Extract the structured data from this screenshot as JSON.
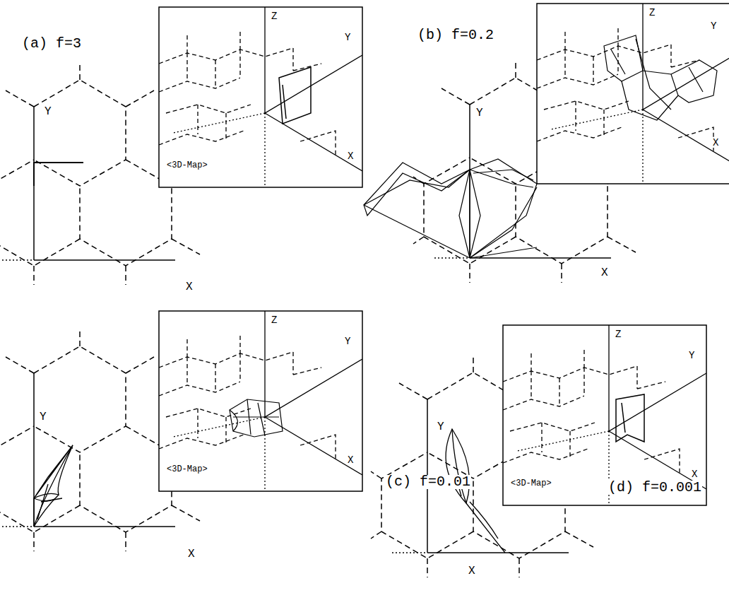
{
  "diagram": {
    "labels": [
      "(a) f=3",
      "Z",
      "Y",
      "X",
      "<3D-Map>",
      "Y",
      "X",
      "(b) f=0.2",
      "Z",
      "Y",
      "X",
      "Y",
      "X",
      "(c) f=0.01",
      "Z",
      "Y",
      "X",
      "<3D-Map>",
      "Y",
      "X",
      "(d) f=0.001",
      "Z",
      "Y",
      "X",
      "<3D-Map>",
      "Y",
      "X"
    ]
  }
}
